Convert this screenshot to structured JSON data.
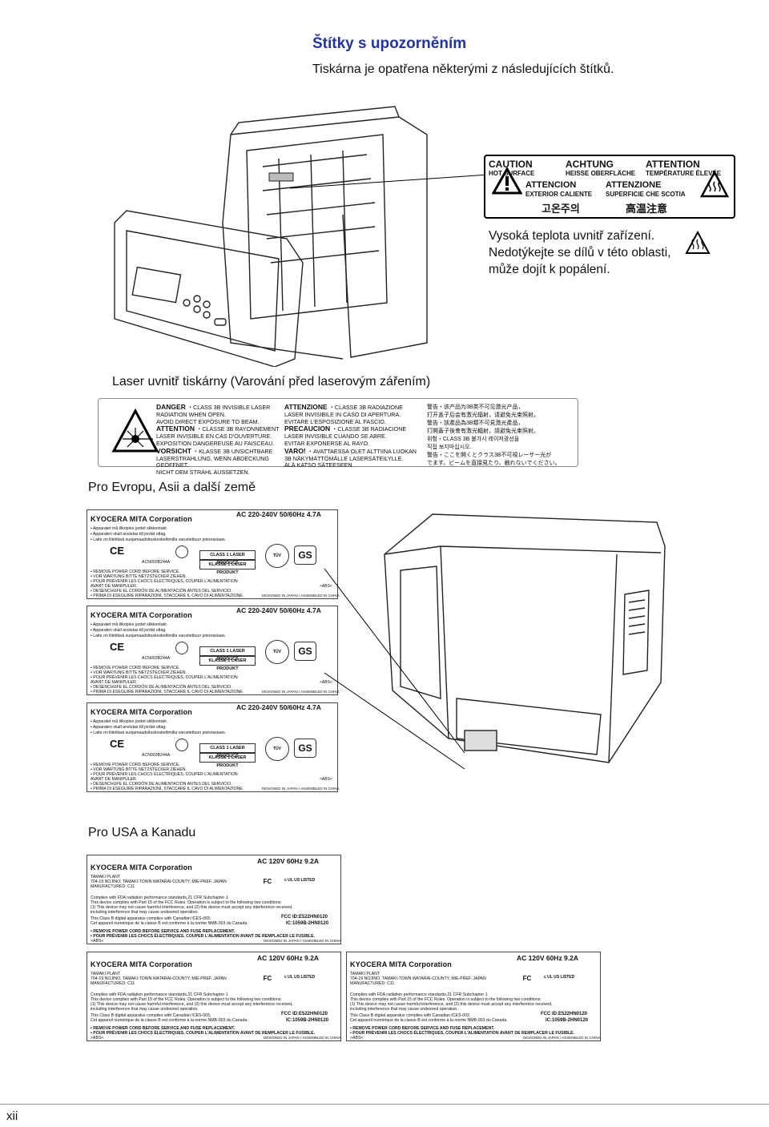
{
  "header": {
    "title": "Štítky s upozorněním",
    "subtitle": "Tiskárna je opatřena některými z následujících štítků."
  },
  "hot_label": {
    "words": [
      "CAUTION",
      "ACHTUNG",
      "ATTENTION",
      "HOT SURFACE",
      "HEISSE OBERFLÄCHE",
      "TEMPÉRATURE ÉLEVÉE",
      "ATTENCION",
      "ATTENZIONE",
      "EXTERIOR CALIENTE",
      "SUPERFICIE CHE SCOTIA",
      "고온주의",
      "高温注意"
    ],
    "caption": "Vysoká teplota uvnitř zařízení. Nedotýkejte se dílů v této oblasti, může dojít k popálení.",
    "icon": "hot-surface-icon"
  },
  "laser": {
    "caption": "Laser uvnitř tiskárny (Varování před laserovým zářením)",
    "col1": [
      "DANGER",
      "・CLASS 3B INVISIBLE LASER",
      "RADIATION WHEN OPEN.",
      "AVOID DIRECT EXPOSURE TO BEAM.",
      "ATTENTION",
      "・CLASSE 3B RAYONNEMENT",
      "LASER INVISIBLE EN CAS D'OUVERTURE.",
      "EXPOSITION DANGEREUSE AU FAISCEAU.",
      "VORSICHT",
      "・KLASSE 3B UNSICHTBARE",
      "LASERSTRAHLUNG, WENN ABDECKUNG",
      "GEÖFFNET.",
      "NICHT DEM STRAHL AUSSETZEN."
    ],
    "col2": [
      "ATTENZIONE",
      "・CLASSE 3B RADIAZIONE",
      "LASER INVISIBILE IN CASO DI APERTURA.",
      "EVITARE L'ESPOSIZIONE AL FASCIO.",
      "PRECAUCION",
      "・CLASSE 3B RADIACIONE",
      "LASER INVISIBLE CUANDO SE ABRE.",
      "EVITAR EXPONERSE AL RAYO.",
      "VARO!",
      "・AVATTAESSA OLET ALTTIINA LUOKAN",
      "3B NÄKYMÄTTÖMÄLLE LASERSÄTEILYLLE.",
      "ÄLÄ KATSO SÄTEESEEN."
    ],
    "col3": [
      "警告・该产品为3B类不可见激光产品，",
      "打开盖子后会有激光辐射，请避免光束照射。",
      "警告・該產品為3B類不可見激光產品，",
      "打開蓋子後會有激光輻射，請避免光束照射。",
      "위험・CLASS 3B 불가시 레이저광선을",
      "직접 보지마십시오.",
      "警告・ここを開くとクラス3B不可視レーザー光が",
      "でます。ビームを直接見たり、触れないでください。"
    ]
  },
  "eu": {
    "caption": "Pro Evropu, Asii a další země",
    "plate": {
      "company": "KYOCERA MITA Corporation",
      "rating": "AC 220-240V  50/60Hz  4.7A",
      "lines": [
        "• Apparatet må tilkoples jordet stikkontakt.",
        "• Apparaten skall anslutas till jordat uttag.",
        "• Laite on liitettävä suojamaadoituskoskettimilla varustettuun pistorasiaan."
      ],
      "class1": "CLASS 1 LASER PRODUCT",
      "klasse1": "KLASSE 1 LASER PRODUKT",
      "ce": "CE",
      "acn": "ACN003B244A",
      "warnings": [
        "• REMOVE POWER CORD BEFORE SERVICE.",
        "• VOR WARTUNG BITTE NETZSTECKER ZIEHEN.",
        "• POUR PRÉVENIR LES CHOCS ÉLECTRIQUES, COUPER L'ALIMENTATION",
        "  AVANT DE MANIPULER.",
        "• DESENCHUFE EL CORDÓN DE ALIMENTACIÓN ANTES DEL SERVICIO.",
        "• PRIMA DI ESEGUIRE RIPARAZIONI, STACCARE IL CAVO DI ALIMENTAZIONE."
      ],
      "tuv": "TÜV",
      "gs": "GS",
      "abs": ">ABS<",
      "designed": "DESIGNED IN JAPAN / ASSEMBLED IN CHINA"
    }
  },
  "usa": {
    "caption": "Pro USA a Kanadu",
    "plate": {
      "company": "KYOCERA MITA Corporation",
      "rating": "AC 120V  60Hz  9.2A",
      "lines": [
        "TAMAKI PLANT",
        "704-19 NOJINO, TAMAKI-TOWN WATARAI-COUNTY, MIE-PREF. JAPAN",
        "MANUFACTURED:  C11"
      ],
      "fcc_lines": [
        "Complies with FDA radiation performance standards,21 CFR Subchapter J.",
        "This device complies with Part 15 of the FCC Rules.  Operation is subject to the following two conditions:",
        "(1) This device may  not cause harmful interference, and (2) this device must  accept any interference received,",
        "including interference that may cause undesired operation.",
        "This Class B digital apparatus complies with Canadian ICES-003.",
        "Cet appareil numérique de la classe B est conforme à la norme NMB-003 du Canada."
      ],
      "fcc_id": "FCC ID:E522HN0120",
      "ic": "IC:1059B-2HN0120",
      "fc": "FC",
      "ul": "c UL US LISTED",
      "warnings": [
        "• REMOVE POWER CORD BEFORE SERVICE AND FUSE REPLACEMENT.",
        "• POUR PRÉVENIR LES CHOCS ÉLECTRIQUES, COUPER L'ALIMENTATION  AVANT DE REMPLACER LE FUSIBLE."
      ],
      "abs": ">ABS<",
      "designed": "DESIGNED IN JAPAN / ASSEMBLED IN CHINA"
    }
  },
  "footer": {
    "page": "xii"
  }
}
